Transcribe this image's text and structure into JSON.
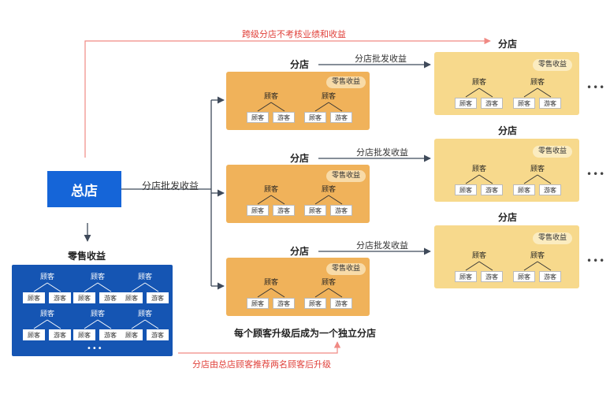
{
  "headquarters": {
    "label": "总店"
  },
  "labels": {
    "cross_level": "跨级分店不考核业绩和收益",
    "wholesale_main": "分店批发收益",
    "retail_main": "零售收益",
    "upgrade_note": "每个顾客升级后成为一个独立分店",
    "promotion_rule": "分店由总店顾客推荐两名顾客后升级"
  },
  "branch_title": "分店",
  "wholesale_edge": "分店批发收益",
  "retail_pill": "零售收益",
  "customer": "顾客",
  "sub_customer": "顾客",
  "visitor": "游客",
  "more": "•••",
  "colors": {
    "hq": "#1565d8",
    "retail_box": "#1555b3",
    "branch": "#f0b25a",
    "branch_second_level": "#f7d98c",
    "red_path": "#e0403a",
    "arrow": "#3f4a5a"
  }
}
